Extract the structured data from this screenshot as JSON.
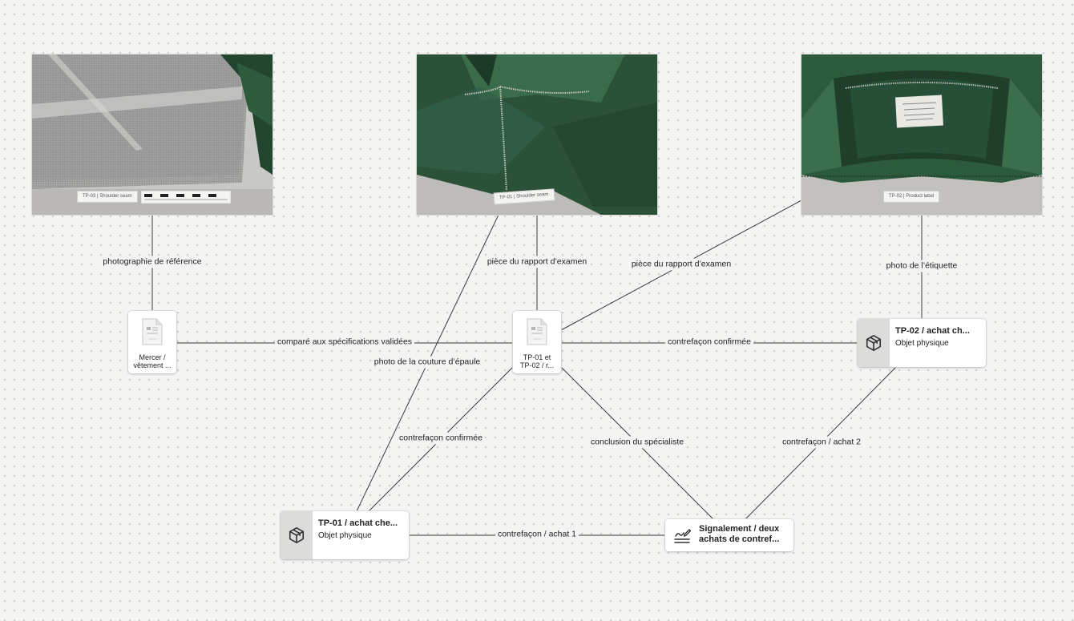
{
  "photos": {
    "p1": {
      "caption": "photographie de référence",
      "tag": "TP-03 | Shoulder seam"
    },
    "p2": {
      "caption": "pièce du rapport d'examen",
      "tag": "TP-01 | Shoulder seam"
    },
    "p3": {
      "caption": "photo de l'étiquette",
      "tag": "TP-02 | Product label"
    }
  },
  "documents": {
    "d1": {
      "label_line1": "Mercer /",
      "label_line2": "vêtement ..."
    },
    "d2": {
      "label_line1": "TP-01 et",
      "label_line2": "TP-02 / r..."
    }
  },
  "cards": {
    "tp02": {
      "title": "TP-02 / achat ch...",
      "subtitle": "Objet physique"
    },
    "tp01": {
      "title": "TP-01 / achat che...",
      "subtitle": "Objet physique"
    }
  },
  "note": {
    "title_line1": "Signalement / deux",
    "title_line2": "achats de contref..."
  },
  "edges": {
    "e_p1_d1": "photographie de référence",
    "e_p2_d2": "pièce du rapport d’examen",
    "e_p3_d2": "pièce du rapport d’examen",
    "e_p3_tp02": "photo de l’étiquette",
    "e_d1_d2": "comparé aux spécifications validées",
    "e_d2_tp02": "contrefaçon confirmée",
    "e_p2_tp01": "photo de la couture d’épaule",
    "e_d2_tp01": "contrefaçon confirmée",
    "e_d2_note": "conclusion du spécialiste",
    "e_tp02_note": "contrefaçon / achat 2",
    "e_tp01_note": "contrefaçon / achat 1"
  },
  "icons": {
    "document": "document-icon",
    "package": "package-icon",
    "note": "signature-icon"
  }
}
